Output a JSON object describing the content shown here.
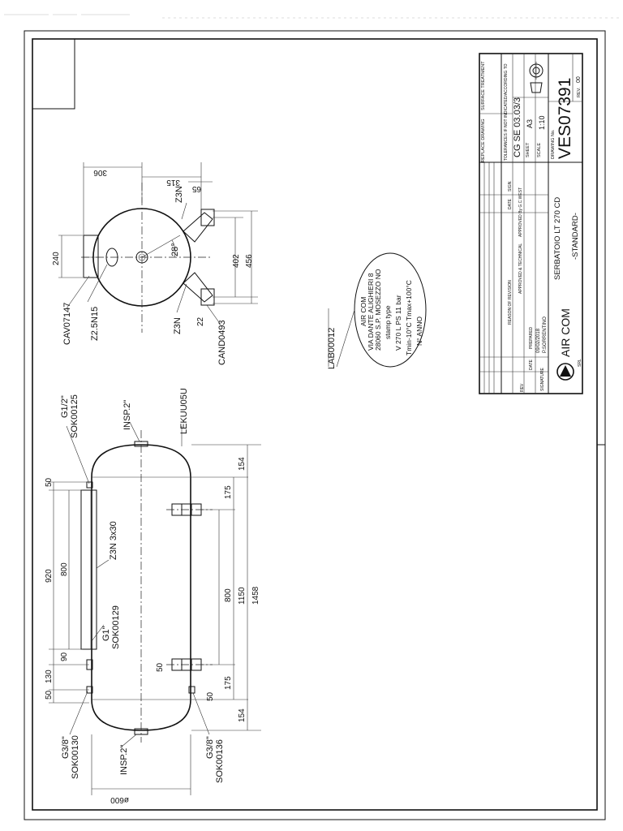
{
  "side_view": {
    "labels": {
      "g1_2": "G1/2\"",
      "sok125": "SOK00125",
      "insp_top": "INSP.2\"",
      "lek": "LEKUU05U",
      "z3n": "Z3N 3x30",
      "g1": "G1\"",
      "sok129": "SOK00129",
      "g38_left": "G3/8\"",
      "sok130": "SOK00130",
      "insp_bot": "INSP.2\"",
      "g38_right": "G3/8\"",
      "sok136": "SOK00136"
    },
    "dims": {
      "d50a": "50",
      "d920": "920",
      "d800a": "800",
      "d90": "90",
      "d130": "130",
      "d50b": "50",
      "d50c": "50",
      "d154a": "154",
      "d175a": "175",
      "d800b": "800",
      "d1150": "1150",
      "d1458": "1458",
      "d175b": "175",
      "d154b": "154",
      "d50d": "50",
      "dia600": "ø600"
    }
  },
  "end_view": {
    "labels": {
      "cav": "CAV07147",
      "z25": "Z2.5N15",
      "z3": "Z3N",
      "cand": "CAND0493",
      "z3b": "Z3N",
      "angle": "28°"
    },
    "dims": {
      "d306": "306",
      "d315": "315",
      "d65": "65",
      "d240": "240",
      "d402": "402",
      "d456": "456",
      "d22": "22"
    }
  },
  "nameplate": {
    "ref": "LAB00012",
    "lines": [
      "AIR COM",
      "VIA DANTE ALIGHIERI 8",
      "28060 S.P. MOSEZZO NO",
      "stamp    type",
      "V 270 L    PS 11 bar",
      "Tmin-10°C  Tmax+100°C",
      "N°        ANNO"
    ]
  },
  "title_block": {
    "replace_drawing": "REPLACE DRAWING",
    "surface_treatment": "SURFACE TREATMENT",
    "tolerances": "TOLERANCES IF NOT INDICATED/ACCORDING TO",
    "standard_ref": "CG SE 03.03/3",
    "sheet_label": "SHEET",
    "sheet_value": "A3",
    "scale_label": "SCALE",
    "scale_value": "1:10",
    "drawing_no_label": "DRAWING No.",
    "drawing_no": "VES07391",
    "rev_label": "REV.",
    "rev_value": "00",
    "description_line1": "SERBATOIO LT 270 CD",
    "description_line2": "-STANDARD-",
    "date_col": "DATE",
    "sign_col": "SIGN.",
    "approved": "APPROVED & TECHNICAL",
    "approved_by": "APPROVED By G.C.WEST",
    "prepared": "PREPARED",
    "prepared_date": "09/02/2018",
    "prepared_name": "P.SORRENTINO",
    "reason": "REASON OF REVISION",
    "rev_col": "REV",
    "date_label": "DATE",
    "signature_label": "SIGNATURE",
    "company": "AIR COM",
    "company_suffix": "SRL"
  }
}
